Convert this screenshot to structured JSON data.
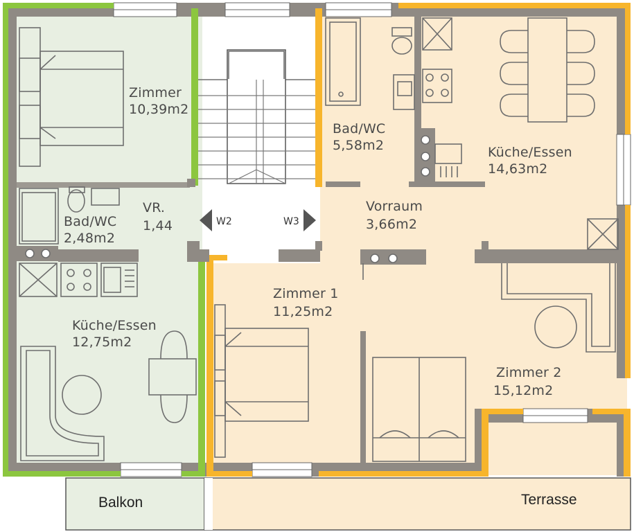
{
  "colors": {
    "apartment_green": "#e8efe2",
    "apartment_orange": "#fcebd0",
    "green_wall": "#8cc63f",
    "orange_wall": "#f7b52c",
    "wall_grey": "#8f8a84"
  },
  "rooms": {
    "zimmer_left": {
      "name": "Zimmer",
      "area": "10,39m2"
    },
    "bad_wc_left": {
      "name": "Bad/WC",
      "area": "2,48m2"
    },
    "vr": {
      "name": "VR.",
      "area": "1,44"
    },
    "kueche_left": {
      "name": "Küche/Essen",
      "area": "12,75m2"
    },
    "bad_wc_right": {
      "name": "Bad/WC",
      "area": "5,58m2"
    },
    "kueche_right": {
      "name": "Küche/Essen",
      "area": "14,63m2"
    },
    "vorraum": {
      "name": "Vorraum",
      "area": "3,66m2"
    },
    "zimmer_1": {
      "name": "Zimmer 1",
      "area": "11,25m2"
    },
    "zimmer_2": {
      "name": "Zimmer 2",
      "area": "15,12m2"
    }
  },
  "doors": {
    "w2": "W2",
    "w3": "W3"
  },
  "outdoor": {
    "balkon": "Balkon",
    "terrasse": "Terrasse"
  }
}
